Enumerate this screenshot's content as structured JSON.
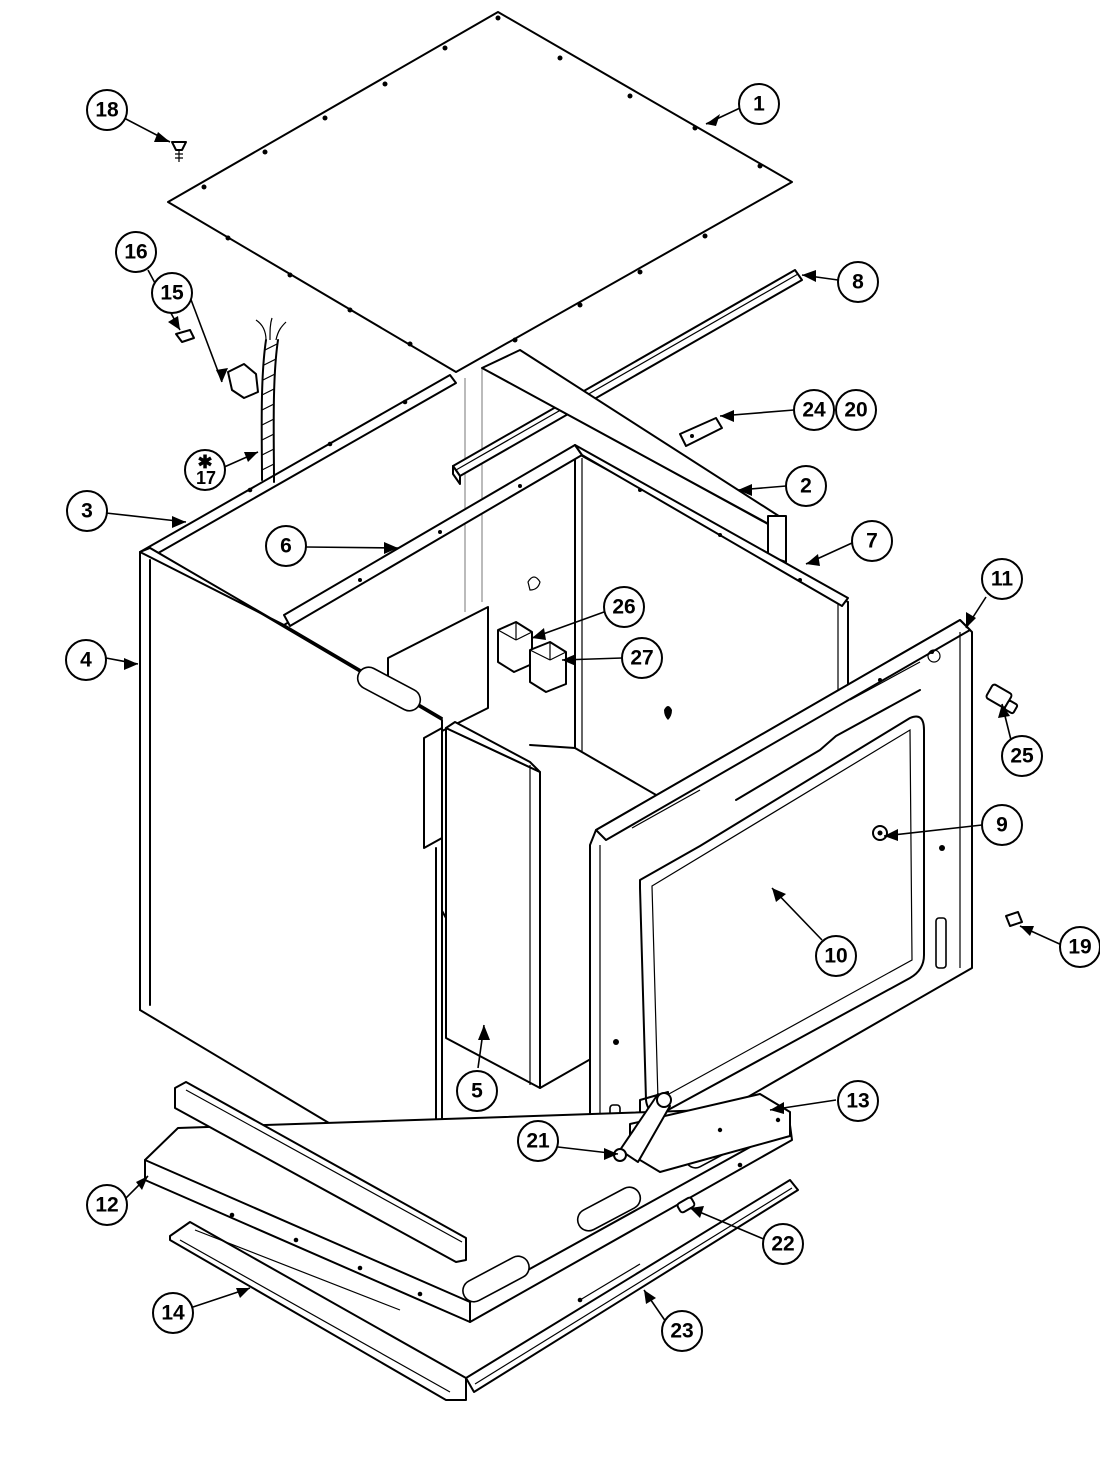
{
  "diagram": {
    "callouts": [
      {
        "label": "1"
      },
      {
        "label": "2"
      },
      {
        "label": "3"
      },
      {
        "label": "4"
      },
      {
        "label": "5"
      },
      {
        "label": "6"
      },
      {
        "label": "7"
      },
      {
        "label": "8"
      },
      {
        "label": "9"
      },
      {
        "label": "10"
      },
      {
        "label": "11"
      },
      {
        "label": "12"
      },
      {
        "label": "13"
      },
      {
        "label": "14"
      },
      {
        "label": "15"
      },
      {
        "label": "16"
      },
      {
        "label": "17",
        "marker": "✱"
      },
      {
        "label": "18"
      },
      {
        "label": "19"
      },
      {
        "label": "20"
      },
      {
        "label": "21"
      },
      {
        "label": "22"
      },
      {
        "label": "23"
      },
      {
        "label": "24"
      },
      {
        "label": "25"
      },
      {
        "label": "26"
      },
      {
        "label": "27"
      }
    ]
  }
}
